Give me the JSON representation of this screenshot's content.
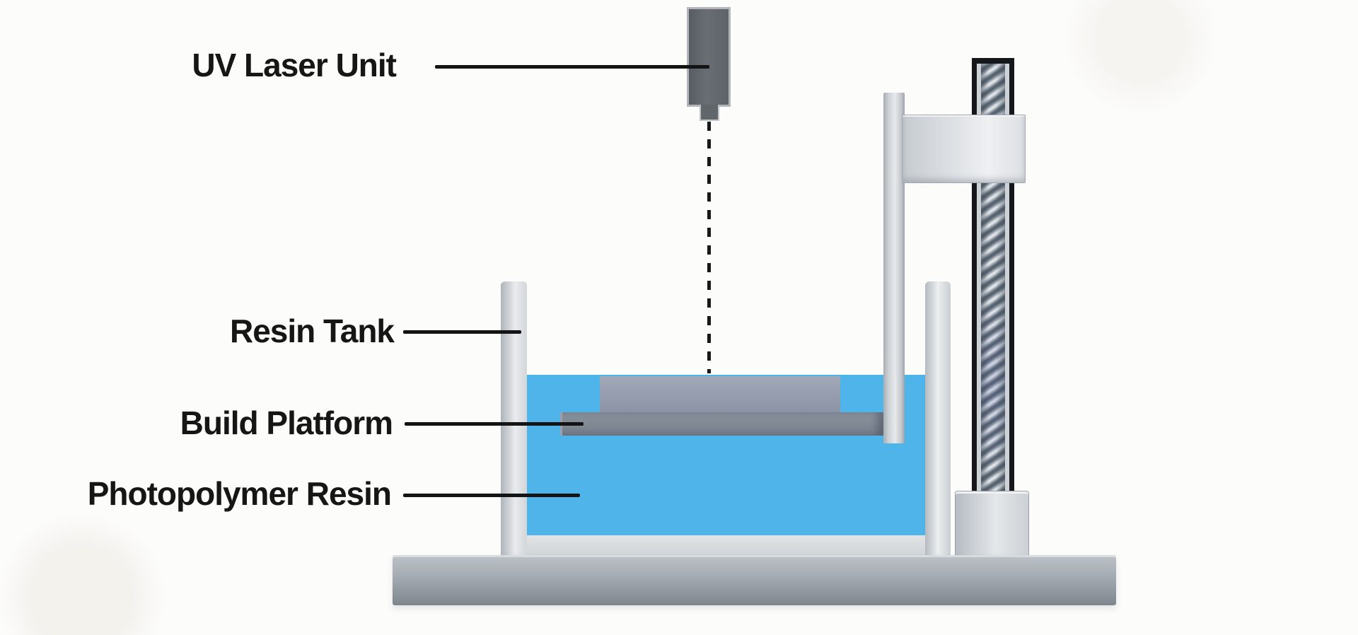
{
  "diagram": {
    "labels": [
      {
        "id": "uv-laser-unit",
        "text": "UV Laser Unit"
      },
      {
        "id": "resin-tank",
        "text": "Resin Tank"
      },
      {
        "id": "build-platform",
        "text": "Build Platform"
      },
      {
        "id": "photopolymer-resin",
        "text": "Photopolymer Resin"
      }
    ],
    "colors": {
      "background": "#fcfcfb",
      "label_text": "#161616",
      "leader_line": "#141414",
      "laser_body": "#5f6569",
      "laser_beam": "#17181a",
      "resin": "#4fb4e9",
      "printed_object": "#959db0",
      "build_platform": "#7b8490",
      "tank_metal_light": "#e9ebed",
      "tank_metal_mid": "#aeb4ba",
      "screw_frame": "#16171b",
      "screw_thread_silver": "#eef1f3",
      "base_metal": "#8f969d"
    }
  }
}
